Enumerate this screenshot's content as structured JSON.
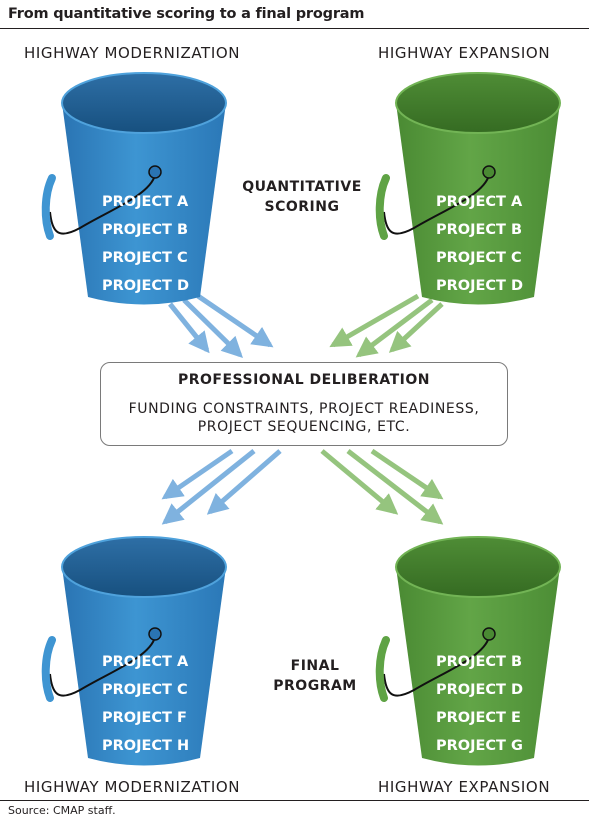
{
  "title": "From quantitative scoring to a final program",
  "top_left_label": "HIGHWAY MODERNIZATION",
  "top_right_label": "HIGHWAY EXPANSION",
  "bottom_left_label": "HIGHWAY MODERNIZATION",
  "bottom_right_label": "HIGHWAY EXPANSION",
  "quantitative_label": [
    "QUANTITATIVE",
    "SCORING"
  ],
  "final_label": [
    "FINAL",
    "PROGRAM"
  ],
  "deliberation": {
    "title": "PROFESSIONAL DELIBERATION",
    "lines": [
      "FUNDING CONSTRAINTS, PROJECT READINESS,",
      "PROJECT SEQUENCING, ETC."
    ]
  },
  "buckets": {
    "top_left": [
      "PROJECT A",
      "PROJECT B",
      "PROJECT C",
      "PROJECT D"
    ],
    "top_right": [
      "PROJECT A",
      "PROJECT B",
      "PROJECT C",
      "PROJECT D"
    ],
    "bottom_left": [
      "PROJECT A",
      "PROJECT C",
      "PROJECT F",
      "PROJECT H"
    ],
    "bottom_right": [
      "PROJECT B",
      "PROJECT D",
      "PROJECT E",
      "PROJECT G"
    ]
  },
  "colors": {
    "blue_body": "#3a8fcc",
    "blue_dark": "#2a74b3",
    "blue_top": "#1f5f96",
    "blue_arrow": "#7fb2df",
    "green_body": "#5a9c3f",
    "green_dark": "#4a8a33",
    "green_top": "#3f7a2a",
    "green_arrow": "#95c47e"
  },
  "source": "Source: CMAP staff."
}
